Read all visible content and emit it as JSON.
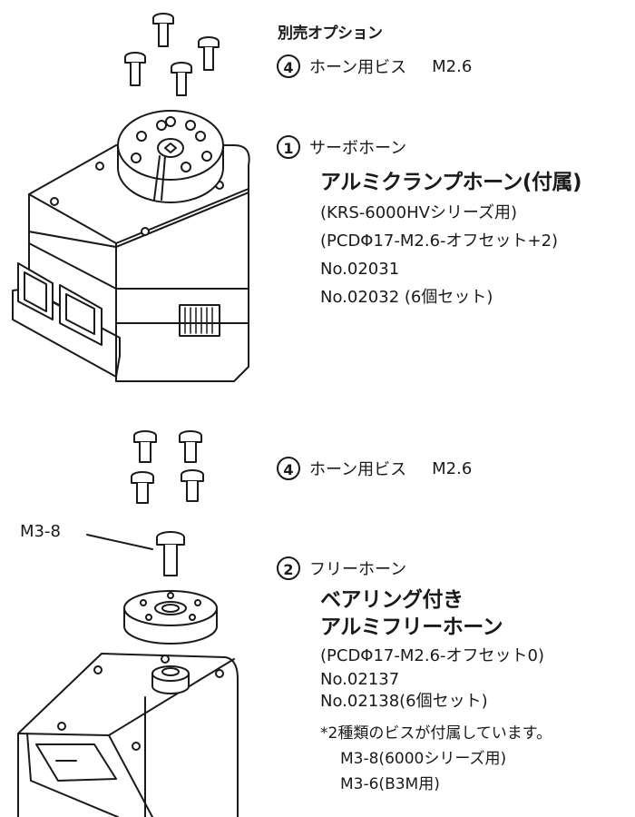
{
  "section1": {
    "heading": "別売オプション",
    "screw_option": {
      "number": "4",
      "label": "ホーン用ビス",
      "size": "M2.6"
    },
    "horn": {
      "number": "1",
      "label": "サーボホーン",
      "name": "アルミクランプホーン(付属)",
      "details": [
        "(KRS-6000HVシリーズ用)",
        "(PCDΦ17-M2.6-オフセット+2)",
        "No.02031",
        "No.02032 (6個セット)"
      ]
    }
  },
  "section2": {
    "screw_option": {
      "number": "4",
      "label": "ホーン用ビス",
      "size": "M2.6"
    },
    "callout": "M3-8",
    "horn": {
      "number": "2",
      "label": "フリーホーン",
      "name_lines": [
        "ベアリング付き",
        "アルミフリーホーン"
      ],
      "details": [
        "(PCDΦ17-M2.6-オフセット0)",
        "No.02137",
        "No.02138(6個セット)"
      ],
      "note": "*2種類のビスが付属しています。",
      "screws": [
        "M3-8(6000シリーズ用)",
        "M3-6(B3M用)"
      ]
    }
  }
}
